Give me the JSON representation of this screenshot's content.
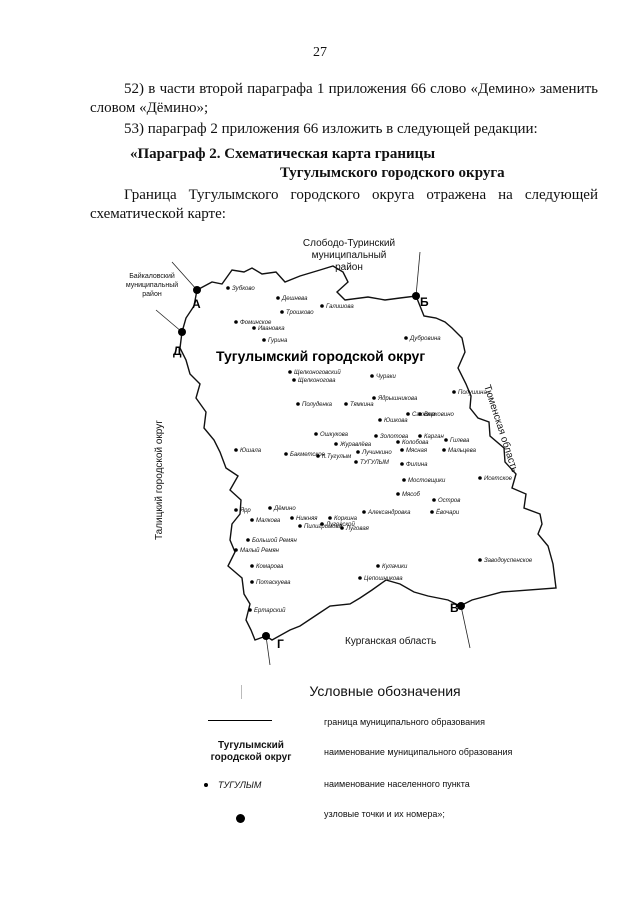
{
  "page_number": "27",
  "paragraphs": {
    "p52": "52) в части второй параграфа 1 приложения 66 слово «Демино» заменить словом «Дёмино»;",
    "p53": "53) параграф 2 приложения 66 изложить в следующей редакции:",
    "heading_line1": "«Параграф 2. Схематическая карта границы",
    "heading_line2": "Тугулымского городского округа",
    "intro": "Граница Тугулымского городского округа отражена на следующей схематической карте:"
  },
  "map": {
    "district_title": "Тугулымский городской округ",
    "neighbors": {
      "north": [
        "Слободо-Туринский",
        "муниципальный",
        "район"
      ],
      "northwest": [
        "Байкаловский",
        "муниципальный",
        "район"
      ],
      "west": "Талицкий городской округ",
      "east": "Тюменская область",
      "south": "Курганская область"
    },
    "nodal_points": [
      "А",
      "Б",
      "В",
      "Г",
      "Д"
    ],
    "settlements": [
      "Зубково",
      "Дешнева",
      "Галишова",
      "Трошково",
      "Фоминское",
      "Ивановка",
      "Гурина",
      "Дубровина",
      "Щелконоговский",
      "Щелконогова",
      "Чураки",
      "Ядрышникова",
      "Полушина",
      "Полуденка",
      "Тямкина",
      "Верховино",
      "Юшкова",
      "Саккина",
      "Ошкукова",
      "Золотова",
      "Карган",
      "Гилева",
      "Журавлёва",
      "Колобова",
      "Юшала",
      "Лучинкино",
      "Мясная",
      "Мальцева",
      "Бакметское",
      "п.Тугулым",
      "ТУГУЛЫМ",
      "Филина",
      "Мостовщики",
      "Исетское",
      "Мясоб",
      "Остров",
      "Ёвочари",
      "Ярр",
      "Дёмино",
      "Нижняя",
      "Коркина",
      "Александровка",
      "Малкова",
      "Пилигримова",
      "Луговской",
      "Луговая",
      "Большой Ремян",
      "Малый Ремян",
      "Заводоуспенское",
      "Кулачики",
      "Комарова",
      "Цепошникова",
      "Потаскуева",
      "Ертарский"
    ]
  },
  "legend": {
    "title": "Условные обозначения",
    "items": [
      {
        "sample": "",
        "description": "граница муниципального образования"
      },
      {
        "sample": "Тугулымский городской округ",
        "description": "наименование муниципального образования"
      },
      {
        "sample": "ТУГУЛЫМ",
        "description": "наименование населенного пункта"
      },
      {
        "sample": "",
        "description": "узловые точки и их номера»;"
      }
    ]
  }
}
